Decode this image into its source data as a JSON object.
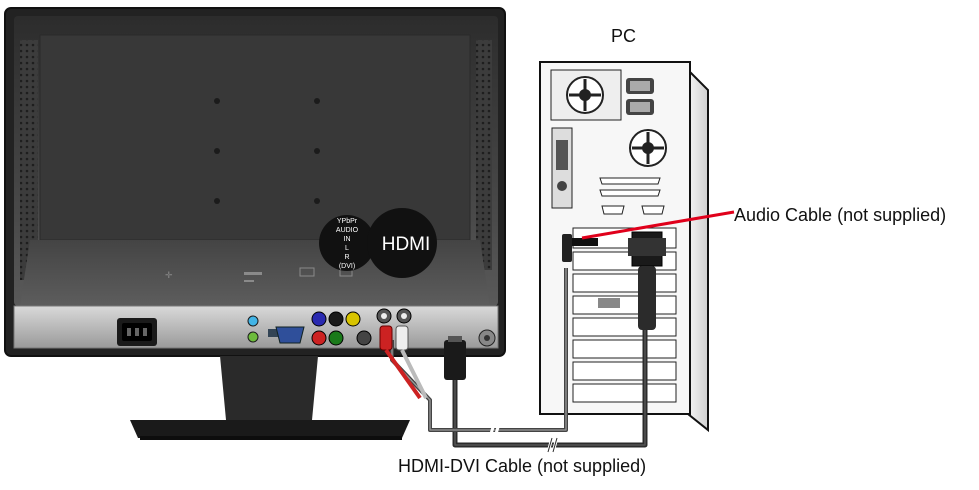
{
  "labels": {
    "pc": "PC",
    "audio_cable": "Audio Cable (not supplied)",
    "hdmi_dvi_cable": "HDMI-DVI Cable (not supplied)"
  },
  "monitor_panel": {
    "audio_lines": [
      "YPbPr",
      "AUDIO",
      "IN",
      "L",
      "R",
      "(DVI)"
    ],
    "hdmi_text": "HDMI"
  },
  "colors": {
    "audio_cable": "#e0001b",
    "hdmi_cable": "#2b2b2b",
    "monitor_body": "#3a3a3a",
    "pc_body": "#f4f4f4",
    "badge": "#111111"
  }
}
